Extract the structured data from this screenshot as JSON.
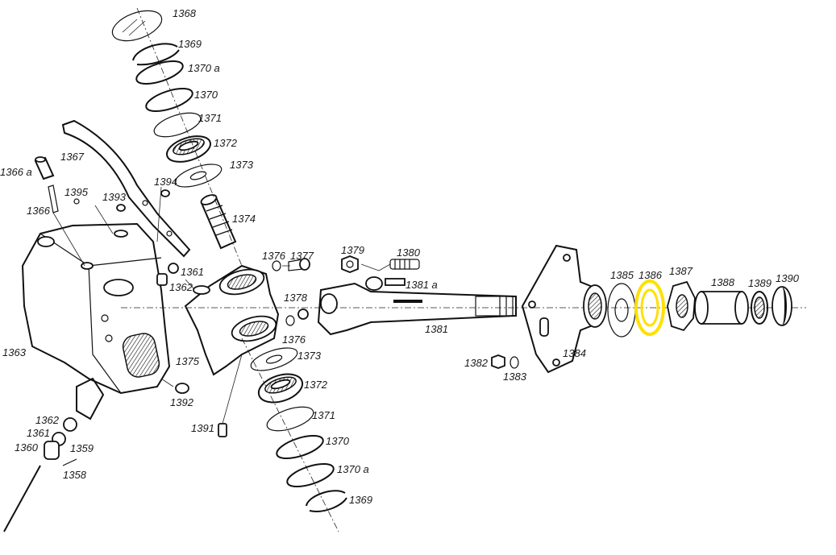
{
  "labels": {
    "l1368": "1368",
    "l1369_top": "1369",
    "l1370a_top": "1370 a",
    "l1370_top": "1370",
    "l1371_top": "1371",
    "l1372_top": "1372",
    "l1373_top": "1373",
    "l1374": "1374",
    "l1367": "1367",
    "l1366a": "1366 a",
    "l1395": "1395",
    "l1393": "1393",
    "l1394": "1394",
    "l1366": "1366",
    "l1361_top": "1361",
    "l1362_top": "1362",
    "l1363": "1363",
    "l1375": "1375",
    "l1376_top": "1376",
    "l1377": "1377",
    "l1378": "1378",
    "l1376_bot": "1376",
    "l1379": "1379",
    "l1380": "1380",
    "l1381a": "1381 a",
    "l1381": "1381",
    "l1373_bot": "1373",
    "l1372_bot": "1372",
    "l1392": "1392",
    "l1391": "1391",
    "l1371_bot": "1371",
    "l1370_bot": "1370",
    "l1370a_bot": "1370 a",
    "l1369_bot": "1369",
    "l1362_bot": "1362",
    "l1361_bot": "1361",
    "l1360": "1360",
    "l1359": "1359",
    "l1358": "1358",
    "l1382": "1382",
    "l1383": "1383",
    "l1384": "1384",
    "l1385": "1385",
    "l1386": "1386",
    "l1387": "1387",
    "l1388": "1388",
    "l1389": "1389",
    "l1390": "1390"
  },
  "highlight_color": "#ffe000"
}
